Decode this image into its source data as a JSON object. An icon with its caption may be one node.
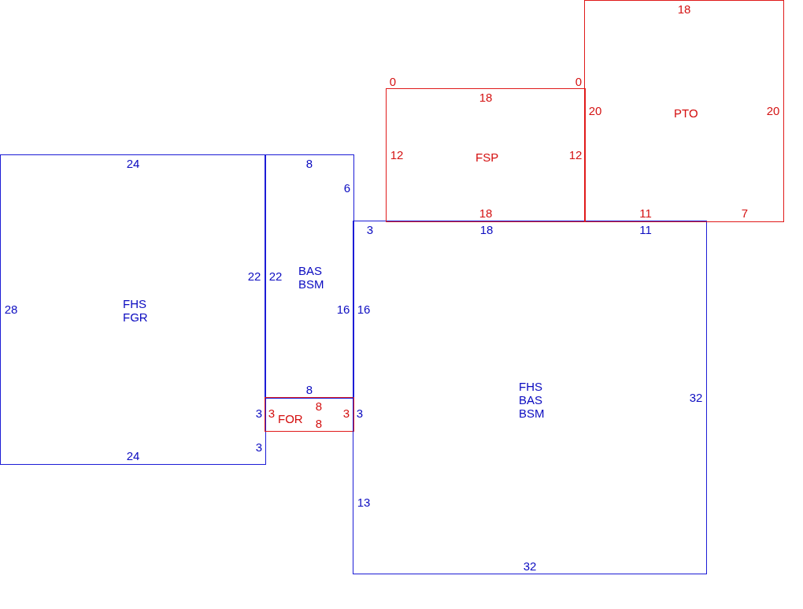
{
  "diagram": {
    "nodes": [
      {
        "text": [
          "FHS",
          "FGR",
          "24",
          "28",
          "22",
          "3",
          "3",
          "24"
        ]
      },
      {
        "text": [
          "BAS",
          "BSM",
          "8",
          "6",
          "22",
          "16",
          "8"
        ]
      },
      {
        "text": [
          "FOR",
          "8",
          "3",
          "3",
          "8"
        ]
      },
      {
        "text": [
          "FHS",
          "BAS",
          "BSM",
          "3",
          "18",
          "11",
          "16",
          "3",
          "13",
          "32",
          "32"
        ]
      },
      {
        "text": [
          "FSP",
          "18",
          "12",
          "12",
          "18"
        ],
        "beside": [
          "0",
          "0"
        ]
      },
      {
        "text": [
          "PTO",
          "18",
          "20",
          "20",
          "11",
          "7"
        ]
      }
    ]
  }
}
